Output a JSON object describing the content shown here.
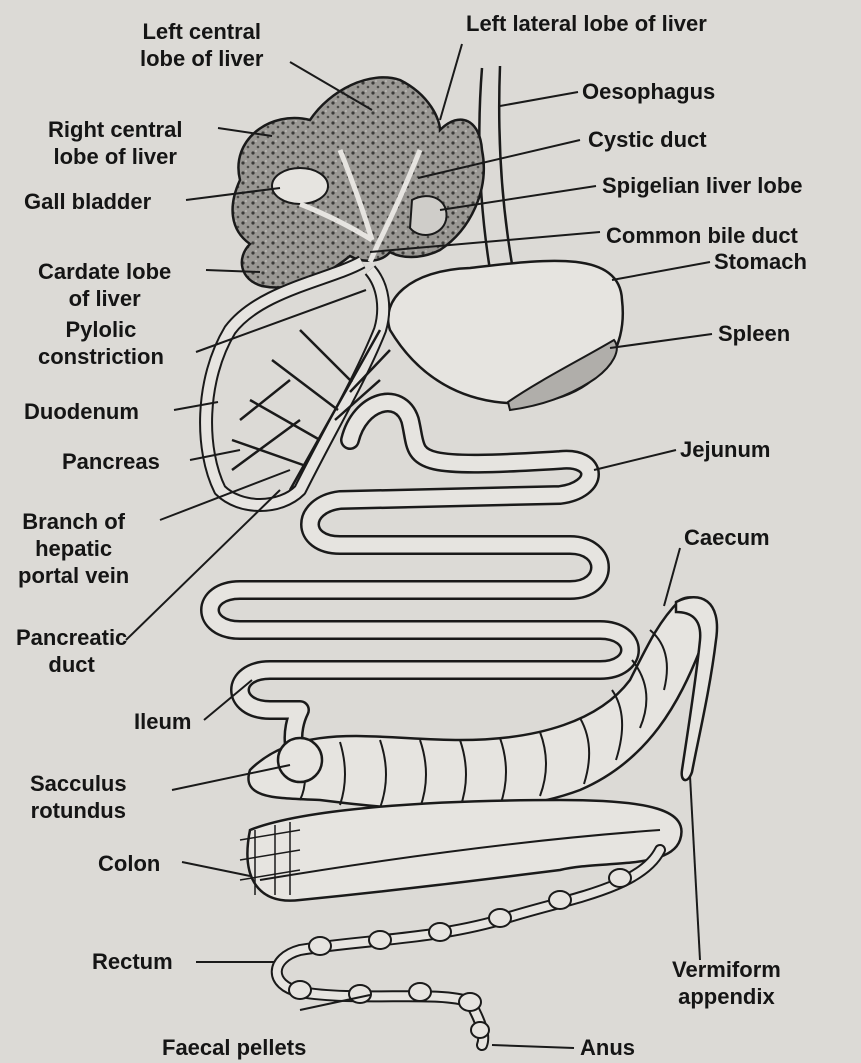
{
  "labels": {
    "left_central_lobe": "Left central\nlobe of liver",
    "left_lateral_lobe": "Left lateral lobe of liver",
    "oesophagus": "Oesophagus",
    "right_central_lobe": "Right central\nlobe of liver",
    "cystic_duct": "Cystic duct",
    "gall_bladder": "Gall bladder",
    "spigelian_lobe": "Spigelian liver lobe",
    "common_bile_duct": "Common bile duct",
    "cardate_lobe": "Cardate lobe\nof liver",
    "stomach": "Stomach",
    "pylolic_constriction": "Pylolic\nconstriction",
    "spleen": "Spleen",
    "duodenum": "Duodenum",
    "pancreas": "Pancreas",
    "jejunum": "Jejunum",
    "branch_hepatic": "Branch of\nhepatic\nportal vein",
    "caecum": "Caecum",
    "pancreatic_duct": "Pancreatic\nduct",
    "ileum": "Ileum",
    "sacculus": "Sacculus\nrotundus",
    "colon": "Colon",
    "rectum": "Rectum",
    "vermiform": "Vermiform\nappendix",
    "faecal_pellets": "Faecal pellets",
    "anus": "Anus"
  },
  "colors": {
    "ink": "#1a1a1a",
    "paper": "#dcdad6",
    "organ_fill": "#e6e4e0",
    "liver_fill": "#8e8c89"
  }
}
